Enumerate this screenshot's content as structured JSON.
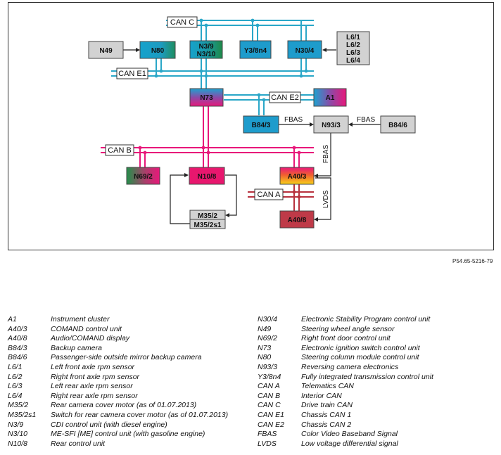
{
  "nodes": {
    "n49": "N49",
    "n80": "N80",
    "n39_l1": "N3/9",
    "n39_l2": "N3/10",
    "y38n4": "Y3/8n4",
    "n304": "N30/4",
    "l6_1": "L6/1",
    "l6_2": "L6/2",
    "l6_3": "L6/3",
    "l6_4": "L6/4",
    "n73": "N73",
    "a1": "A1",
    "b843": "B84/3",
    "n933": "N93/3",
    "b846": "B84/6",
    "n692": "N69/2",
    "n108": "N10/8",
    "a403": "A40/3",
    "m352_l1": "M35/2",
    "m352_l2": "M35/2s1",
    "a408": "A40/8"
  },
  "buses": {
    "can_c": "CAN C",
    "can_e1": "CAN E1",
    "can_e2": "CAN E2",
    "can_b": "CAN B",
    "can_a": "CAN A",
    "fbas_1": "FBAS",
    "fbas_2": "FBAS",
    "fbas_3": "FBAS",
    "lvds": "LVDS"
  },
  "reference": "P54.65-5216-79",
  "colors": {
    "can_c_line": "#2aa7c8",
    "can_e_line": "#2aa7c8",
    "can_b_line": "#e8177a",
    "can_a_line": "#b8323e",
    "control_unit_blue": "#1e9ccc",
    "sensor_gray": "#d2d2d2",
    "n108_pink": "#e8176e",
    "a408_red": "#bf3a48"
  },
  "legend_left": [
    {
      "code": "A1",
      "desc": "Instrument cluster"
    },
    {
      "code": "A40/3",
      "desc": "COMAND control unit"
    },
    {
      "code": "A40/8",
      "desc": "Audio/COMAND display"
    },
    {
      "code": "B84/3",
      "desc": "Backup camera"
    },
    {
      "code": "B84/6",
      "desc": "Passenger-side outside mirror backup camera"
    },
    {
      "code": "L6/1",
      "desc": "Left front axle rpm sensor"
    },
    {
      "code": "L6/2",
      "desc": "Right front axle rpm sensor"
    },
    {
      "code": "L6/3",
      "desc": "Left rear axle rpm sensor"
    },
    {
      "code": "L6/4",
      "desc": "Right rear axle rpm sensor"
    },
    {
      "code": "M35/2",
      "desc": "Rear camera cover motor (as of 01.07.2013)"
    },
    {
      "code": "M35/2s1",
      "desc": "Switch for rear camera cover motor (as of 01.07.2013)"
    },
    {
      "code": "N3/9",
      "desc": "CDI control unit (with diesel engine)"
    },
    {
      "code": "N3/10",
      "desc": "ME-SFI [ME] control unit (with gasoline engine)"
    },
    {
      "code": "N10/8",
      "desc": "Rear control unit"
    }
  ],
  "legend_right": [
    {
      "code": "N30/4",
      "desc": "Electronic Stability Program control unit"
    },
    {
      "code": "N49",
      "desc": "Steering wheel angle sensor"
    },
    {
      "code": "N69/2",
      "desc": "Right front door control unit"
    },
    {
      "code": "N73",
      "desc": "Electronic ignition switch control unit"
    },
    {
      "code": "N80",
      "desc": "Steering column module control unit"
    },
    {
      "code": "N93/3",
      "desc": "Reversing camera electronics"
    },
    {
      "code": "Y3/8n4",
      "desc": "Fully integrated transmission control unit"
    },
    {
      "code": "CAN A",
      "desc": "Telematics CAN"
    },
    {
      "code": "CAN B",
      "desc": "Interior CAN"
    },
    {
      "code": "CAN C",
      "desc": "Drive train CAN"
    },
    {
      "code": "CAN E1",
      "desc": "Chassis CAN 1"
    },
    {
      "code": "CAN E2",
      "desc": "Chassis CAN 2"
    },
    {
      "code": "FBAS",
      "desc": "Color Video Baseband Signal"
    },
    {
      "code": "LVDS",
      "desc": "Low voltage differential signal"
    }
  ]
}
